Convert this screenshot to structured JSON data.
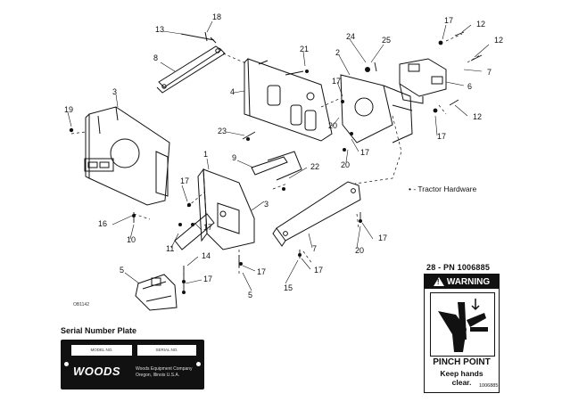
{
  "diagram": {
    "callouts": [
      "13",
      "18",
      "8",
      "3",
      "4",
      "21",
      "24",
      "25",
      "2",
      "17",
      "12",
      "12",
      "7",
      "6",
      "12",
      "17",
      "19",
      "23",
      "17",
      "20",
      "20",
      "17",
      "9",
      "22",
      "1",
      "17",
      "3",
      "17",
      "16",
      "10",
      "11",
      "7",
      "20",
      "17",
      "14",
      "17",
      "17",
      "5",
      "5",
      "17",
      "15"
    ],
    "tractor_hardware_label": "• - Tractor Hardware",
    "decal": {
      "title": "28 - PN 1006885",
      "warning": "WARNING",
      "hazard": "PINCH POINT",
      "instruction_line1": "Keep hands",
      "instruction_line2": "clear.",
      "code": "1006885"
    },
    "serial_plate": {
      "title": "Serial Number Plate",
      "brand": "WOODS",
      "field1": "MODEL NO.",
      "field2": "SERIAL NO.",
      "brand_sub_line1": "Woods Equipment Company",
      "brand_sub_line2": "Oregon, Illinois U.S.A."
    },
    "drawing_code": "OB1142"
  }
}
